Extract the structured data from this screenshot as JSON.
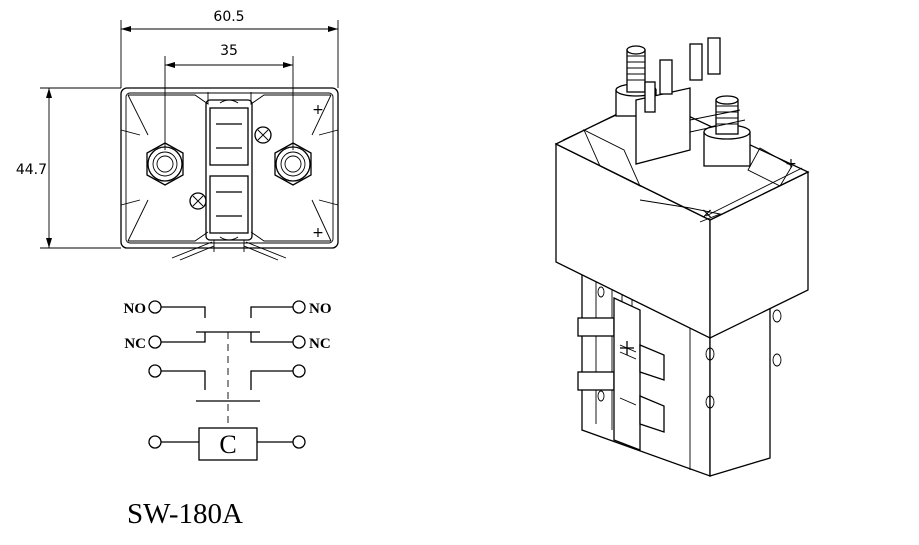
{
  "top_view": {
    "width_dim": "60.5",
    "terminal_spacing_dim": "35",
    "height_dim": "44.7",
    "polarity_mark_1": "+",
    "polarity_mark_2": "+"
  },
  "schematic": {
    "labels": {
      "no_left": "NO",
      "no_right": "NO",
      "nc_left": "NC",
      "nc_right": "NC",
      "coil": "C"
    }
  },
  "iso_view": {
    "polarity_plus": "+",
    "polarity_x": "×"
  },
  "model_label": "SW-180A"
}
